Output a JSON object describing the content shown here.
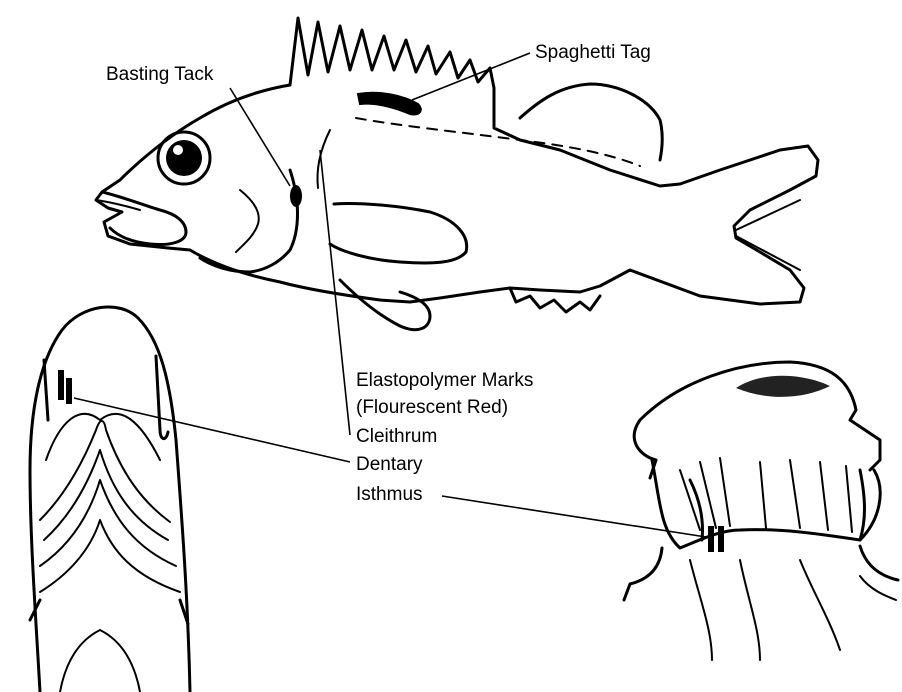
{
  "labels": {
    "basting_tack": "Basting Tack",
    "spaghetti_tag": "Spaghetti Tag",
    "elastopolymer_line1": "Elastopolymer Marks",
    "elastopolymer_line2": "(Flourescent Red)",
    "cleithrum": "Cleithrum",
    "dentary": "Dentary",
    "isthmus": "Isthmus"
  }
}
